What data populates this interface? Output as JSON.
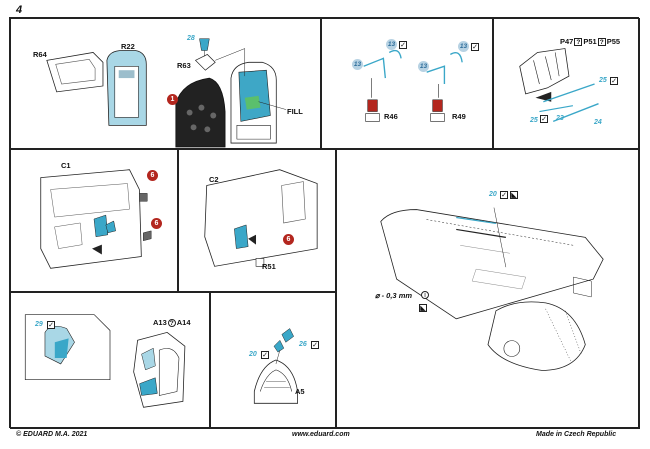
{
  "page_number": "4",
  "panel1": {
    "labels": {
      "r64": "R64",
      "r22": "R22",
      "r63": "R63",
      "fill": "FILL"
    },
    "num_28": "28",
    "step_badge": "1"
  },
  "panel2": {
    "labels": {
      "r46": "R46",
      "r49": "R49"
    },
    "num_13": "13",
    "check": "✓"
  },
  "panel3": {
    "labels": {
      "p47": "P47",
      "p51": "P51",
      "p55": "P55",
      "q": "?"
    },
    "nums": {
      "n25": "25",
      "n23": "23",
      "n24": "24"
    }
  },
  "panel4": {
    "labels": {
      "c1": "C1"
    },
    "badge": "6"
  },
  "panel5": {
    "labels": {
      "c2": "C2",
      "r51": "R51"
    },
    "badge": "6"
  },
  "panel6": {
    "num_20": "20",
    "drill": "⌀ - 0,3 mm"
  },
  "panel7": {
    "num_29": "29",
    "labels": {
      "a13": "A13",
      "a14": "A14"
    }
  },
  "panel8": {
    "nums": {
      "n20": "20",
      "n26": "26"
    },
    "labels": {
      "a5": "A5"
    }
  },
  "footer": {
    "left": "© EDUARD  M.A. 2021",
    "center": "www.eduard.com",
    "right": "Made in Czech Republic"
  },
  "colors": {
    "photoetch_blue": "#3aa7c8",
    "bubble_blue": "#b7d2e3",
    "instrument_red": "#b3261e"
  }
}
